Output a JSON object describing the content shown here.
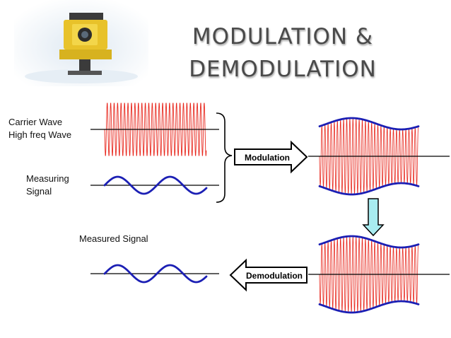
{
  "title": {
    "line1": "MODULATION &",
    "line2": "DEMODULATION"
  },
  "labels": {
    "carrier_line1": "Carrier Wave",
    "carrier_line2": "High freq Wave",
    "measuring_line1": "Measuring",
    "measuring_line2": "Signal",
    "measured": "Measured Signal"
  },
  "arrows": {
    "modulation": "Modulation",
    "demodulation": "Demodulation"
  },
  "colors": {
    "carrier": "#e8281e",
    "envelope": "#1b1fb4",
    "axis": "#000000",
    "down_arrow": "#a8ecf0",
    "title": "#4a4a4a"
  },
  "icons": {
    "logo": "total-station-instrument-icon"
  }
}
